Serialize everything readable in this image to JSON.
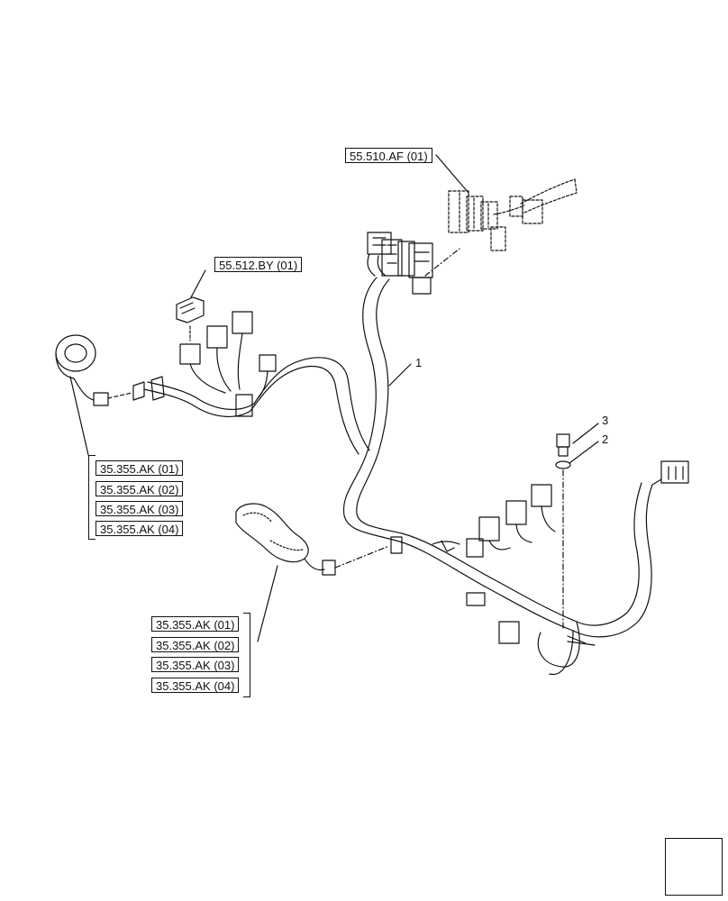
{
  "references": {
    "top": "55.510.AF (01)",
    "switch": "55.512.BY (01)",
    "left_group": [
      "35.355.AK (01)",
      "35.355.AK (02)",
      "35.355.AK (03)",
      "35.355.AK (04)"
    ],
    "bottom_group": [
      "35.355.AK (01)",
      "35.355.AK (02)",
      "35.355.AK (03)",
      "35.355.AK (04)"
    ]
  },
  "callouts": {
    "harness": "1",
    "washer": "2",
    "bolt": "3"
  },
  "icons": {
    "navigation": "arrow-down-left-icon"
  },
  "colors": {
    "line": "#111111",
    "background": "#ffffff"
  }
}
